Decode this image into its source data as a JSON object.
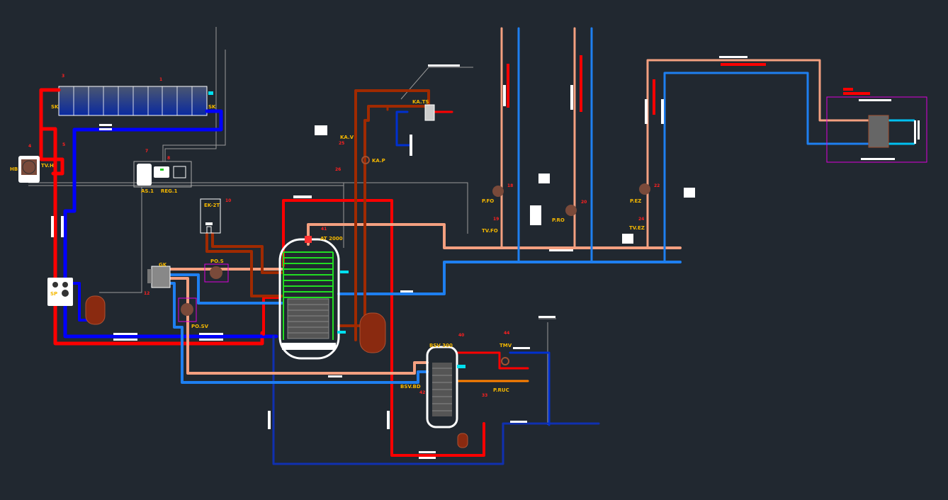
{
  "diagram": {
    "title": "Heating system hydraulic schematic",
    "colors": {
      "background": "#212830",
      "hot": "#ff0000",
      "cold": "#0000ff",
      "return": "#1e7ff0",
      "warm": "#f4a080",
      "primary": "#a02a00",
      "coil": "#22dd22",
      "label": "#f5b800",
      "frame": "#dd00dd"
    },
    "labels": {
      "solar_collector_in": "SK",
      "solar_collector_out": "SK",
      "heat_pump": "HB",
      "heat_pump_valve": "TV.H",
      "controller": "AS.1",
      "regulator": "REG.1",
      "solar_pump": "SP",
      "electric_boiler": "EK-2T",
      "gas_boiler": "GK",
      "pump_boiler": "PO.S",
      "pump_boiler_sv": "PO.SV",
      "accumulation_tank": "AT 2000",
      "fireplace_ts": "KA.TS",
      "fireplace_valve": "KA.V",
      "fireplace_pump": "KA.P",
      "pump_fo": "P.FO",
      "valve_fo": "TV.FO",
      "pump_ro": "P.RO",
      "pump_ez": "P.EZ",
      "valve_ez": "TV.EZ",
      "dhw_tank": "BSV 300",
      "dhw_inlet": "BSV.BD",
      "mixing_valve": "TMV",
      "circulation_pump": "P.RUC"
    },
    "numbers": {
      "n_collector": "1",
      "n_vent": "3",
      "n_heatpump": "4",
      "n_valve": "5",
      "n_controller": "7",
      "n_reg": "8",
      "n_ek": "10",
      "n_gk": "12",
      "n_kav": "25",
      "n_kap": "26",
      "n_at": "41",
      "n_pfo": "18",
      "n_tvfo": "19",
      "n_pro": "20",
      "n_pez": "22",
      "n_tvez": "24",
      "n_bsv": "40",
      "n_tmv": "44",
      "n_bd": "42",
      "n_ruc": "33"
    }
  }
}
